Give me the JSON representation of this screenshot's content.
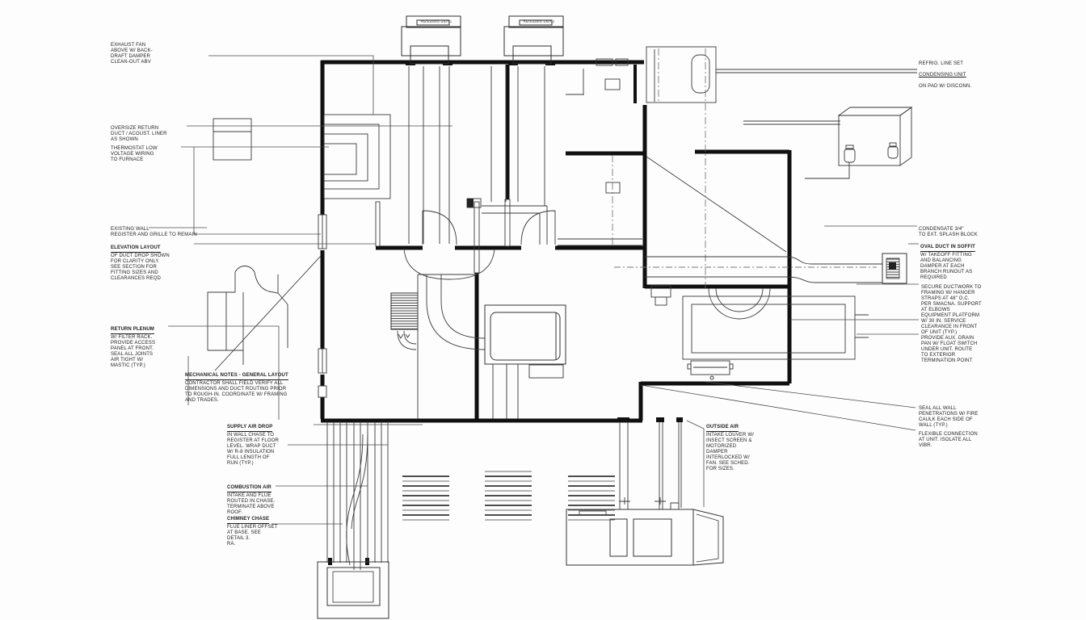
{
  "drawing": {
    "type": "hvac-mechanical-floor-plan",
    "colors": {
      "wall_ink": "#111111",
      "line_ink": "#3a3a3a",
      "leader_ink": "#555555",
      "paper": "#fdfdfd"
    }
  },
  "labels": {
    "unit1_tag": "PACKAGED UNIT-1",
    "unit2_tag": "PACKAGED UNIT-2",
    "tl1": {
      "title": "",
      "body": "EXHAUST FAN\nABOVE W/ BACK-\nDRAFT DAMPER\nCLEAN-OUT ABV"
    },
    "tl2": {
      "title": "",
      "body": "OVERSIZE RETURN\nDUCT / ACOUST. LINER\nAS SHOWN"
    },
    "tl3": {
      "title": "",
      "body": "THERMOSTAT LOW\nVOLTAGE WIRING\nTO FURNACE"
    },
    "l4": {
      "title": "",
      "body": "EXISTING WALL\nREGISTER AND GRILLE TO REMAIN"
    },
    "l5": {
      "title": "ELEVATION LAYOUT",
      "body": "OF DUCT DROP SHOWN\nFOR CLARITY ONLY.\nSEE SECTION FOR\nFITTING SIZES AND\nCLEARANCES REQD"
    },
    "l6": {
      "title": "RETURN PLENUM",
      "body": "W/ FILTER RACK.\nPROVIDE ACCESS\nPANEL AT FRONT.\nSEAL ALL JOINTS\nAIR TIGHT W/\nMASTIC (TYP.)"
    },
    "gn": {
      "title": "MECHANICAL NOTES - GENERAL LAYOUT",
      "body": "CONTRACTOR SHALL FIELD VERIFY ALL\nDIMENSIONS AND DUCT ROUTING PRIOR\nTO ROUGH-IN. COORDINATE W/ FRAMING\nAND TRADES."
    },
    "sup": {
      "title": "SUPPLY AIR DROP",
      "body": "IN WALL CHASE TO\nREGISTER AT FLOOR\nLEVEL. WRAP DUCT\nW/ R-8 INSULATION\nFULL LENGTH OF\nRUN (TYP.)"
    },
    "bl1": {
      "title": "COMBUSTION AIR",
      "body": "INTAKE AND FLUE\nROUTED IN CHASE.\nTERMINATE ABOVE\nROOF."
    },
    "bl2": {
      "title": "CHIMNEY CHASE",
      "body": "FLUE LINER OFFSET\nAT BASE. SEE\nDETAIL 3.\nRA."
    },
    "tr": {
      "line1": "REFRIG. LINE SET",
      "line2": "CONDENSING UNIT",
      "line3": "ON PAD W/ DISCONN."
    },
    "r1": {
      "title": "",
      "body": "CONDENSATE 3/4\"\nTO EXT. SPLASH BLOCK"
    },
    "r2": {
      "title": "OVAL DUCT IN SOFFIT",
      "body": "W/ TAKEOFF FITTING\nAND BALANCING\nDAMPER AT EACH\nBRANCH RUNOUT AS\nREQUIRED"
    },
    "r3": {
      "title": "",
      "body": "SECURE DUCTWORK TO\nFRAMING W/ HANGER\nSTRAPS AT 48\" O.C.\nPER SMACNA. SUPPORT\nAT ELBOWS"
    },
    "r4": {
      "title": "",
      "body": "EQUIPMENT PLATFORM\nW/ 30 IN. SERVICE\nCLEARANCE IN FRONT\nOF UNIT (TYP.)"
    },
    "r5": {
      "title": "",
      "body": "PROVIDE AUX. DRAIN\nPAN W/ FLOAT SWITCH\nUNDER UNIT. ROUTE\nTO EXTERIOR\nTERMINATION POINT"
    },
    "r6": {
      "title": "",
      "body": "SEAL ALL WALL\nPENETRATIONS W/ FIRE\nCAULK EACH SIDE OF\nWALL (TYP.)"
    },
    "r7": {
      "title": "",
      "body": "FLEXIBLE CONNECTION\nAT UNIT. ISOLATE ALL\nVIBR."
    },
    "bc": {
      "title": "OUTSIDE AIR",
      "body": "INTAKE LOUVER W/\nINSECT SCREEN &\nMOTORIZED DAMPER\nINTERLOCKED W/\nFAN. SEE SCHED.\nFOR SIZES."
    }
  }
}
